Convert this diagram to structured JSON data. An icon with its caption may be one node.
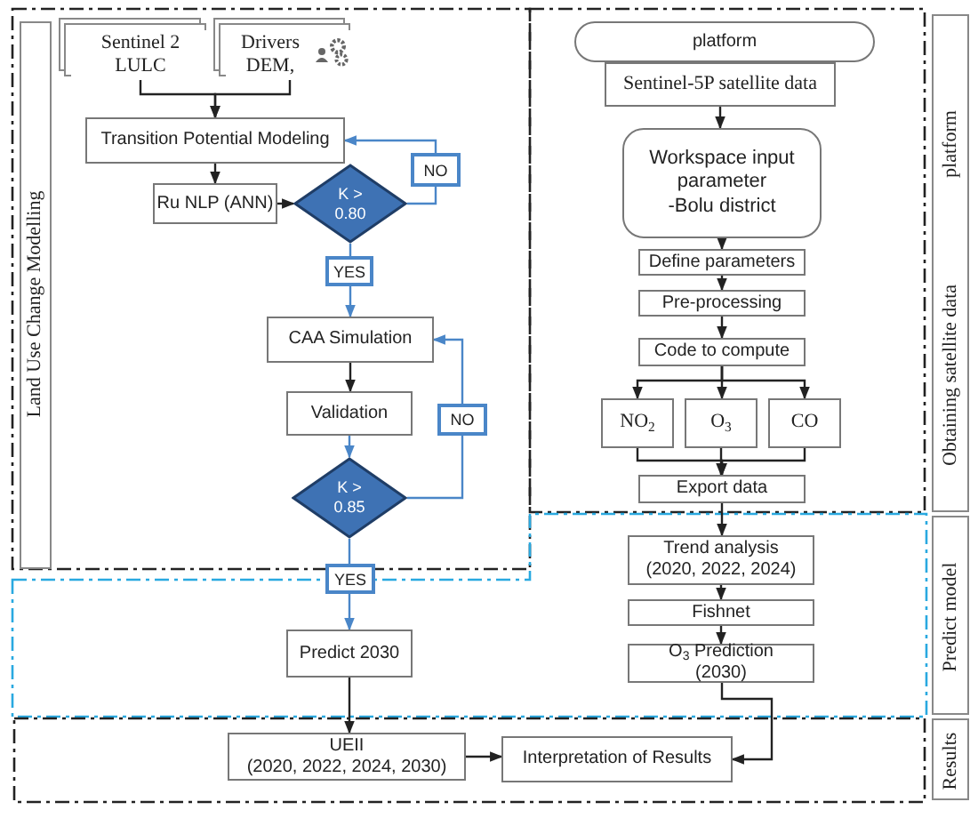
{
  "diagram": {
    "nodes": [
      {
        "text": [
          "Sentinel 2 LULC"
        ]
      },
      {
        "text": [
          "Drivers DEM,"
        ]
      },
      {
        "text": [
          "Transition Potential Modeling"
        ]
      },
      {
        "text": [
          "Ru NLP (ANN)"
        ]
      },
      {
        "text": [
          "K > 0.80"
        ]
      },
      {
        "text": [
          "CAA Simulation"
        ]
      },
      {
        "text": [
          "Validation"
        ]
      },
      {
        "text": [
          "K > 0.85"
        ]
      },
      {
        "text": [
          "Predict 2030"
        ]
      },
      {
        "text": [
          "UEII",
          "(2020, 2022, 2024, 2030)"
        ]
      },
      {
        "text": [
          "Interpretation of Results"
        ]
      },
      {
        "text": [
          "platform"
        ]
      },
      {
        "text": [
          "Sentinel-5P satellite data"
        ]
      },
      {
        "text": [
          "Workspace input parameter",
          "-Bolu district"
        ]
      },
      {
        "text": [
          "Define parameters"
        ]
      },
      {
        "text": [
          "Pre-processing"
        ]
      },
      {
        "text": [
          "Code to compute"
        ]
      },
      {
        "text": [
          "NO$_{2}$"
        ]
      },
      {
        "text": [
          "O$_{3}$"
        ]
      },
      {
        "text": [
          "CO"
        ]
      },
      {
        "text": [
          "Export data"
        ]
      },
      {
        "text": [
          "Trend analysis",
          "(2020, 2022, 2024)"
        ]
      },
      {
        "text": [
          "Fishnet"
        ]
      },
      {
        "text": [
          "O$_{3}$ Prediction",
          "(2030)"
        ]
      },
      {
        "text": [
          "Land Use Change Modelling"
        ]
      },
      {
        "text": [
          "Obtaining satellite data",
          "platform"
        ]
      },
      {
        "text": [
          "Predict model"
        ]
      },
      {
        "text": [
          "Results"
        ]
      }
    ],
    "edges": [
      {
        "from": 0,
        "to": 2,
        "arrow": "to"
      },
      {
        "from": 1,
        "to": 2,
        "arrow": "to"
      },
      {
        "from": 2,
        "to": 3,
        "arrow": "to"
      },
      {
        "from": 3,
        "to": 4,
        "arrow": "to"
      },
      {
        "from": 4,
        "to": 2,
        "arrow": "to",
        "label": "NO",
        "color": "#4a86c8"
      },
      {
        "from": 4,
        "to": 5,
        "arrow": "to",
        "label": "YES",
        "color": "#4a86c8"
      },
      {
        "from": 5,
        "to": 6,
        "arrow": "to"
      },
      {
        "from": 6,
        "to": 7,
        "arrow": "to",
        "color": "#4a86c8"
      },
      {
        "from": 7,
        "to": 5,
        "arrow": "to",
        "label": "NO",
        "color": "#4a86c8"
      },
      {
        "from": 7,
        "to": 8,
        "arrow": "to",
        "label": "YES",
        "color": "#4a86c8"
      },
      {
        "from": 8,
        "to": 9,
        "arrow": "to"
      },
      {
        "from": 9,
        "to": 10,
        "arrow": "to"
      },
      {
        "from": 12,
        "to": 13,
        "arrow": "to"
      },
      {
        "from": 13,
        "to": 14,
        "arrow": "to"
      },
      {
        "from": 14,
        "to": 15,
        "arrow": "to"
      },
      {
        "from": 15,
        "to": 16,
        "arrow": "to"
      },
      {
        "from": 16,
        "to": 17,
        "arrow": "to"
      },
      {
        "from": 16,
        "to": 18,
        "arrow": "to"
      },
      {
        "from": 16,
        "to": 19,
        "arrow": "to"
      },
      {
        "from": 17,
        "to": 20,
        "arrow": "to"
      },
      {
        "from": 18,
        "to": 20,
        "arrow": "to"
      },
      {
        "from": 19,
        "to": 20,
        "arrow": "to"
      },
      {
        "from": 20,
        "to": 21,
        "arrow": "to"
      },
      {
        "from": 21,
        "to": 22,
        "arrow": "to"
      },
      {
        "from": 22,
        "to": 23,
        "arrow": "to"
      },
      {
        "from": 23,
        "to": 10,
        "arrow": "to"
      }
    ]
  }
}
